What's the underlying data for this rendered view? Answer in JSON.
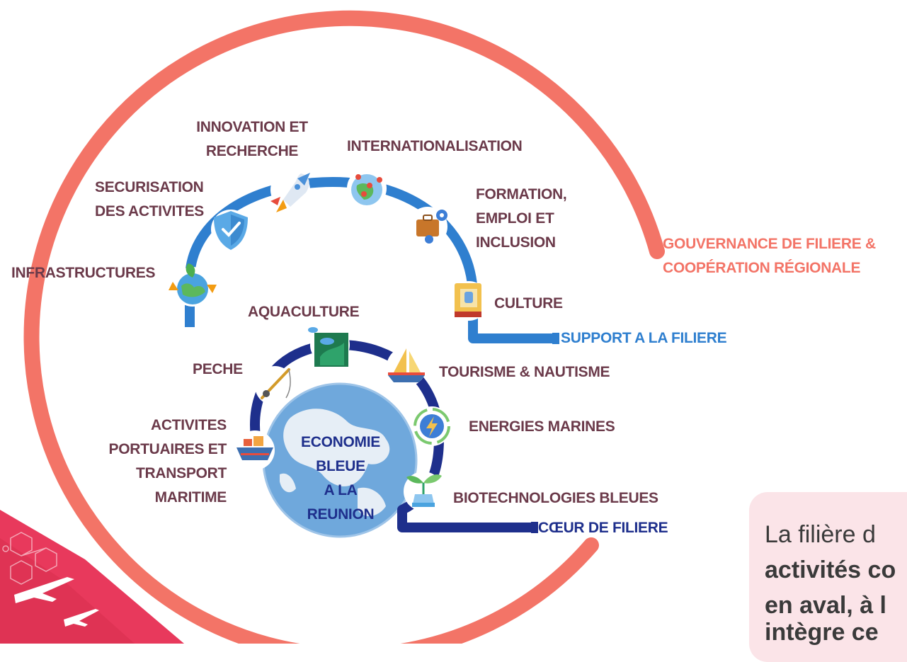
{
  "outer_label": {
    "line1": "GOUVERNANCE DE FILIERE &",
    "line2": "COOPÉRATION RÉGIONALE"
  },
  "support": {
    "label": "SUPPORT A LA FILIERE",
    "items": {
      "infrastructures": {
        "icon": "earth-plant-icon",
        "lines": [
          "INFRASTRUCTURES"
        ]
      },
      "securisation": {
        "icon": "shield-check-icon",
        "lines": [
          "SECURISATION",
          "DES ACTIVITES"
        ]
      },
      "innovation": {
        "icon": "rocket-icon",
        "lines": [
          "INNOVATION ET",
          "RECHERCHE"
        ]
      },
      "internationalisation": {
        "icon": "globe-pins-icon",
        "lines": [
          "INTERNATIONALISATION"
        ]
      },
      "formation": {
        "icon": "briefcase-gears-icon",
        "lines": [
          "FORMATION,",
          "EMPLOI ET",
          "INCLUSION"
        ]
      },
      "culture": {
        "icon": "book-icon",
        "lines": [
          "CULTURE"
        ]
      }
    }
  },
  "coeur": {
    "label": "CŒUR DE FILIERE",
    "items": {
      "portuaires": {
        "icon": "cargo-ship-icon",
        "lines": [
          "ACTIVITES",
          "PORTUAIRES ET",
          "TRANSPORT",
          "MARITIME"
        ]
      },
      "peche": {
        "icon": "fishing-rod-icon",
        "lines": [
          "PECHE"
        ]
      },
      "aquaculture": {
        "icon": "fish-seaweed-icon",
        "lines": [
          "AQUACULTURE"
        ]
      },
      "tourisme": {
        "icon": "sailboat-icon",
        "lines": [
          "TOURISME & NAUTISME"
        ]
      },
      "energies": {
        "icon": "lightning-icon",
        "lines": [
          "ENERGIES MARINES"
        ]
      },
      "biotech": {
        "icon": "sprout-flask-icon",
        "lines": [
          "BIOTECHNOLOGIES BLEUES"
        ]
      }
    }
  },
  "center": {
    "lines": [
      "ECONOMIE",
      "BLEUE",
      "A LA",
      "REUNION"
    ]
  },
  "info": {
    "lines": [
      "La filière d",
      "activités co",
      "en aval, à l",
      "intègre ce"
    ]
  },
  "colors": {
    "outer_ring": "#f37467",
    "support_arc": "#2f7fcf",
    "coeur_arc": "#1e2f8c",
    "label_text": "#6b3a4a",
    "globe": "#6fa8dc",
    "info_box": "#fbe4e8",
    "corner": "#e8395c"
  }
}
